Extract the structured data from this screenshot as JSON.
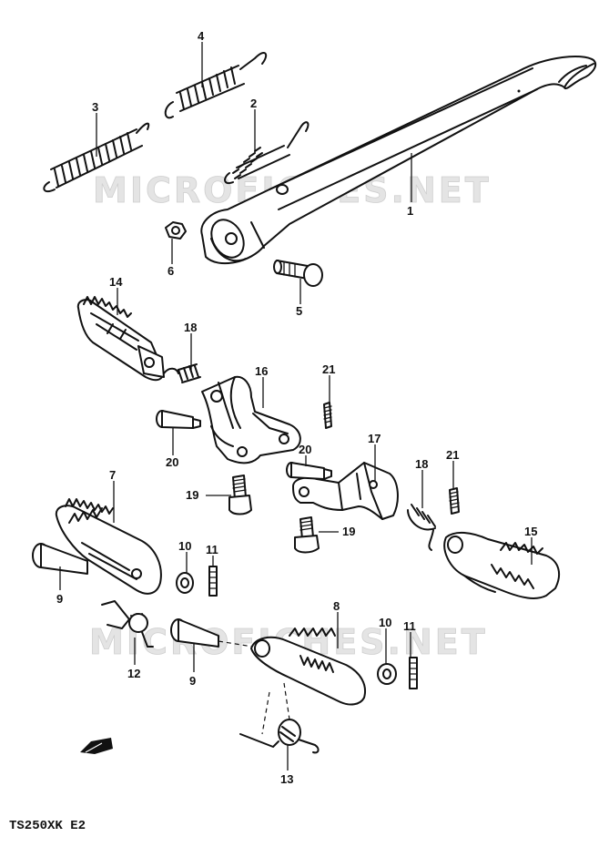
{
  "watermark": "MICROFICHES.NET",
  "model_code": "TS250XK E2",
  "callouts": [
    {
      "id": "p1",
      "label": "1"
    },
    {
      "id": "p2",
      "label": "2"
    },
    {
      "id": "p3",
      "label": "3"
    },
    {
      "id": "p4",
      "label": "4"
    },
    {
      "id": "p5",
      "label": "5"
    },
    {
      "id": "p6",
      "label": "6"
    },
    {
      "id": "p7",
      "label": "7"
    },
    {
      "id": "p8",
      "label": "8"
    },
    {
      "id": "p9a",
      "label": "9"
    },
    {
      "id": "p9b",
      "label": "9"
    },
    {
      "id": "p10a",
      "label": "10"
    },
    {
      "id": "p10b",
      "label": "10"
    },
    {
      "id": "p11a",
      "label": "11"
    },
    {
      "id": "p11b",
      "label": "11"
    },
    {
      "id": "p12",
      "label": "12"
    },
    {
      "id": "p13",
      "label": "13"
    },
    {
      "id": "p14",
      "label": "14"
    },
    {
      "id": "p15",
      "label": "15"
    },
    {
      "id": "p16",
      "label": "16"
    },
    {
      "id": "p17",
      "label": "17"
    },
    {
      "id": "p18a",
      "label": "18"
    },
    {
      "id": "p18b",
      "label": "18"
    },
    {
      "id": "p19a",
      "label": "19"
    },
    {
      "id": "p19b",
      "label": "19"
    },
    {
      "id": "p20a",
      "label": "20"
    },
    {
      "id": "p20b",
      "label": "20"
    },
    {
      "id": "p21a",
      "label": "21"
    },
    {
      "id": "p21b",
      "label": "21"
    }
  ]
}
